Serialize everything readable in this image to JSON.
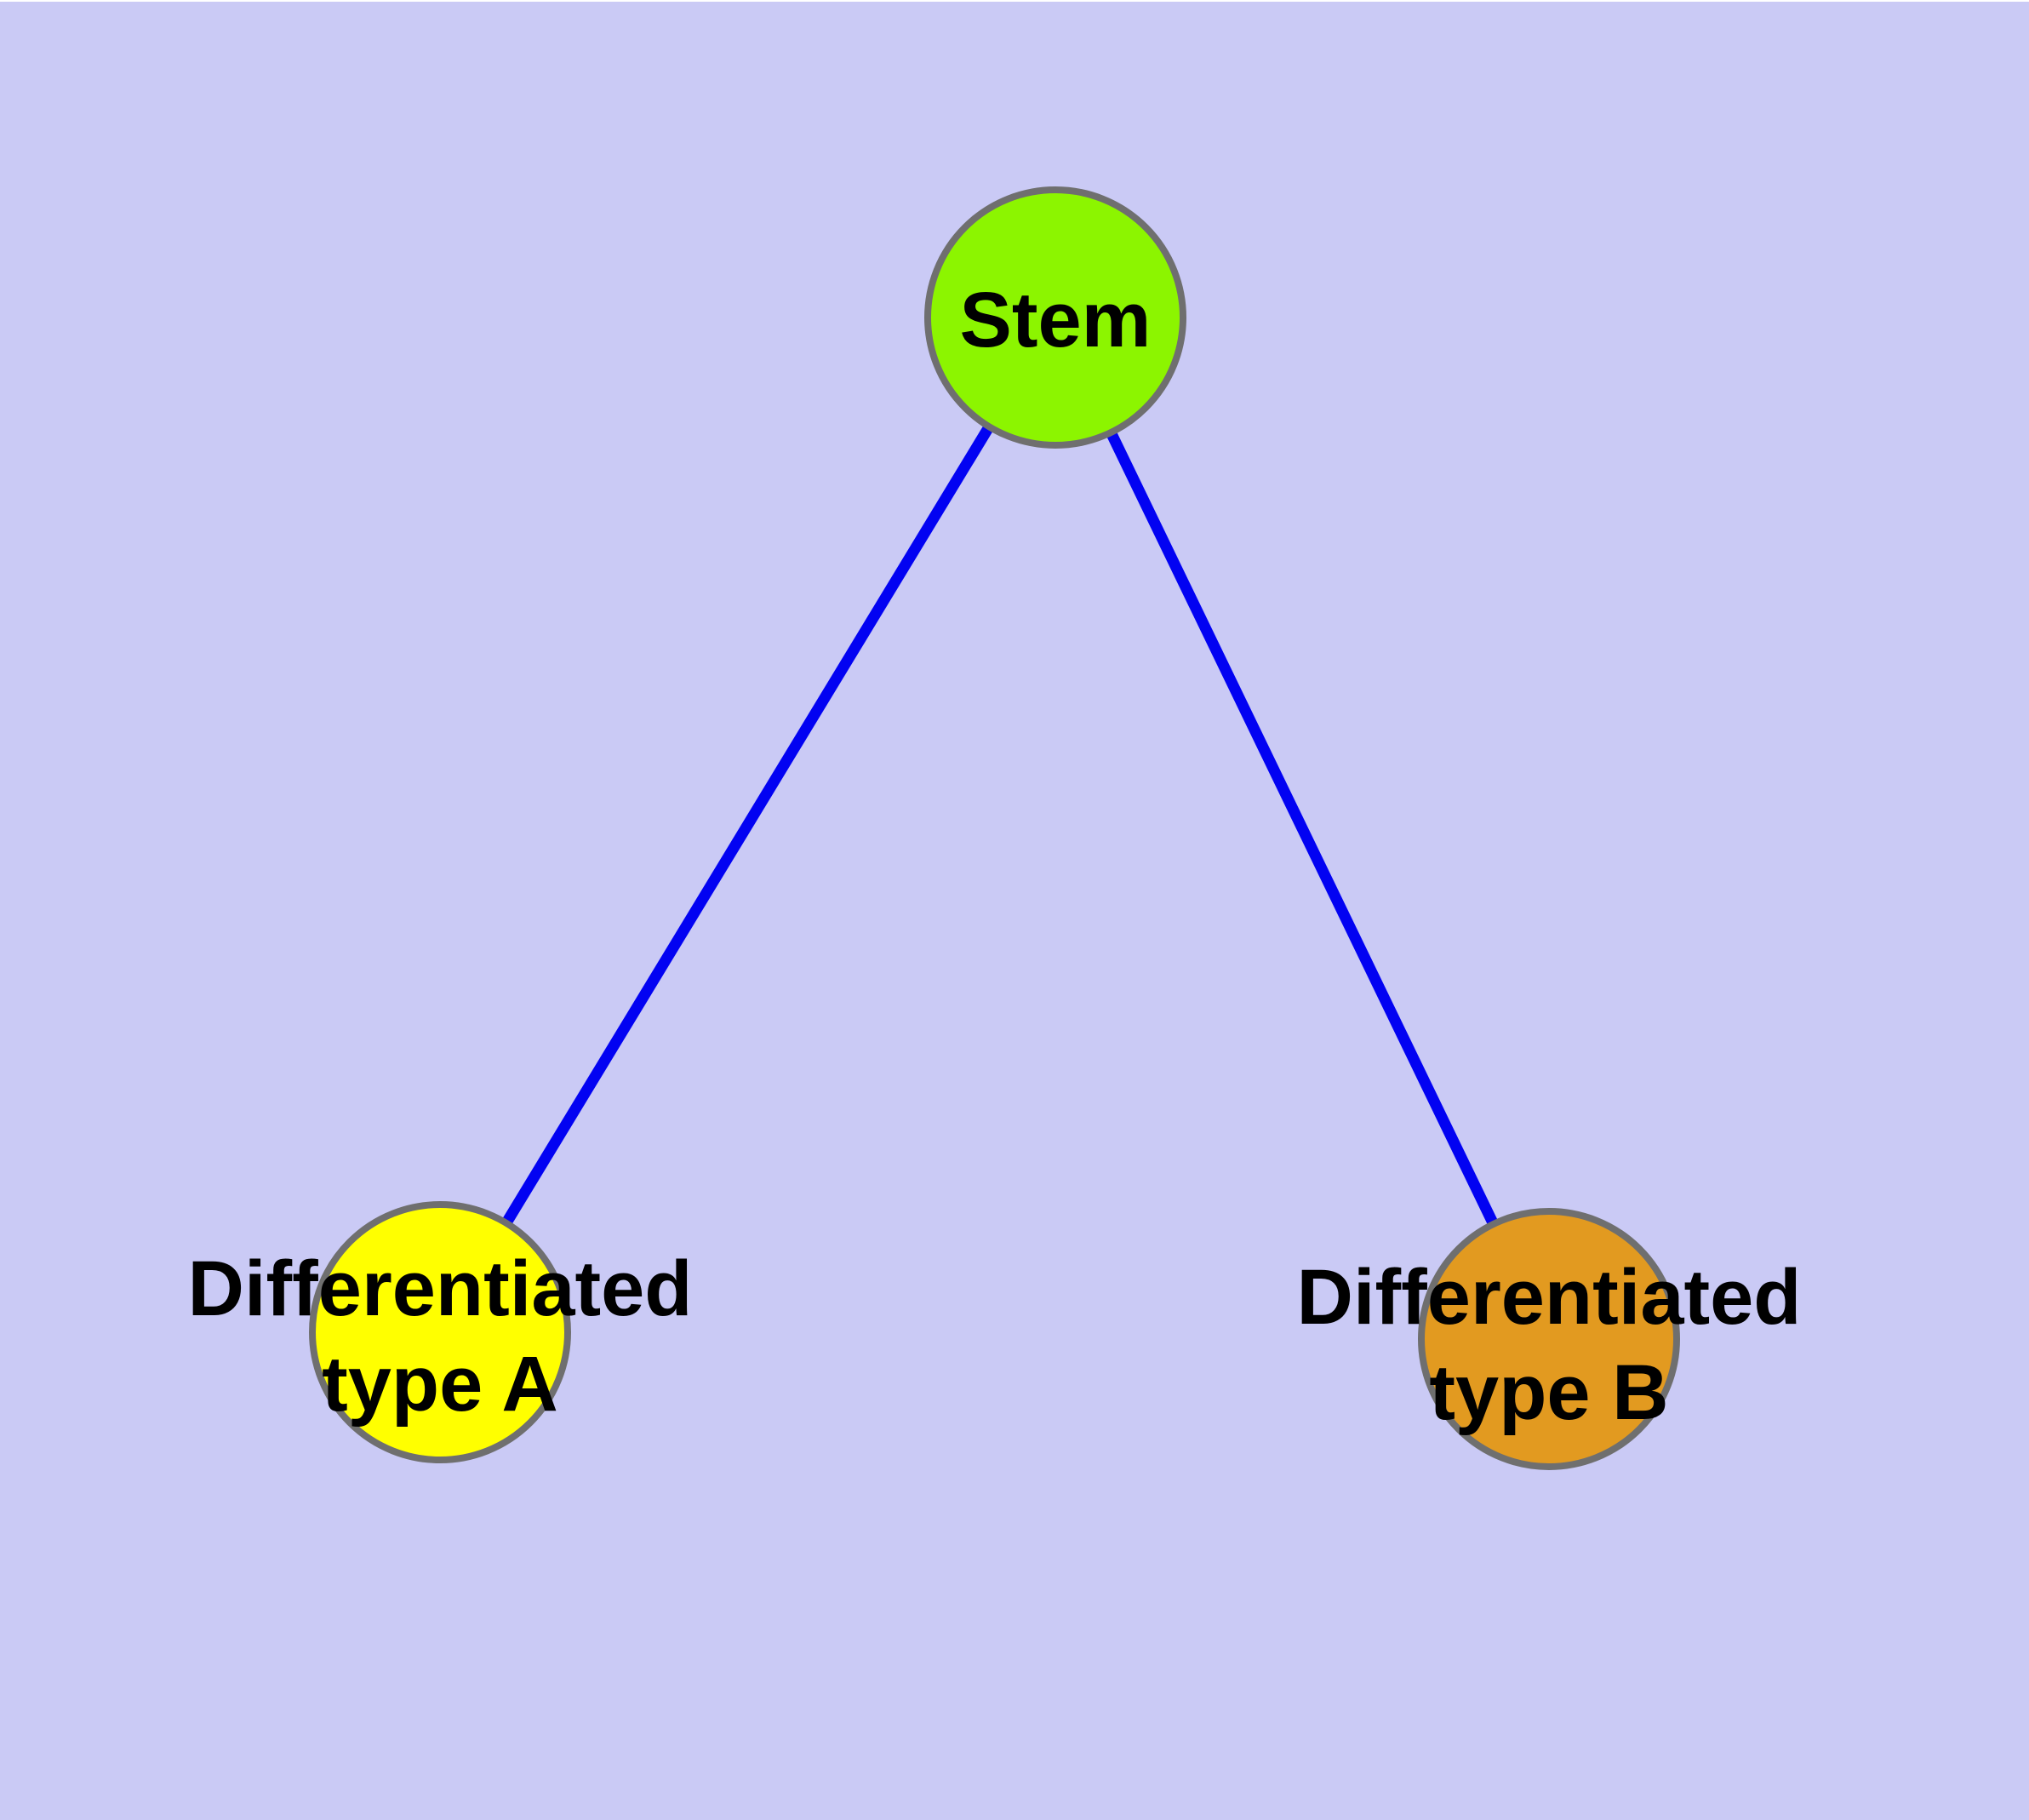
{
  "graph": {
    "nodes": [
      {
        "id": "stem",
        "lines": [
          "Stem"
        ],
        "fill": "#8cf500"
      },
      {
        "id": "diff-a",
        "lines": [
          "Differentiated",
          "type A"
        ],
        "fill": "#ffff00"
      },
      {
        "id": "diff-b",
        "lines": [
          "Differentiated",
          "type B"
        ],
        "fill": "#e29a20"
      }
    ],
    "edges": [
      {
        "from": "stem",
        "to": "diff-a"
      },
      {
        "from": "stem",
        "to": "diff-b"
      }
    ],
    "colors": {
      "background": "#cacaf5",
      "edge": "#0202f2",
      "node_border": "#6f6f6f",
      "label_text": "#000000"
    }
  }
}
